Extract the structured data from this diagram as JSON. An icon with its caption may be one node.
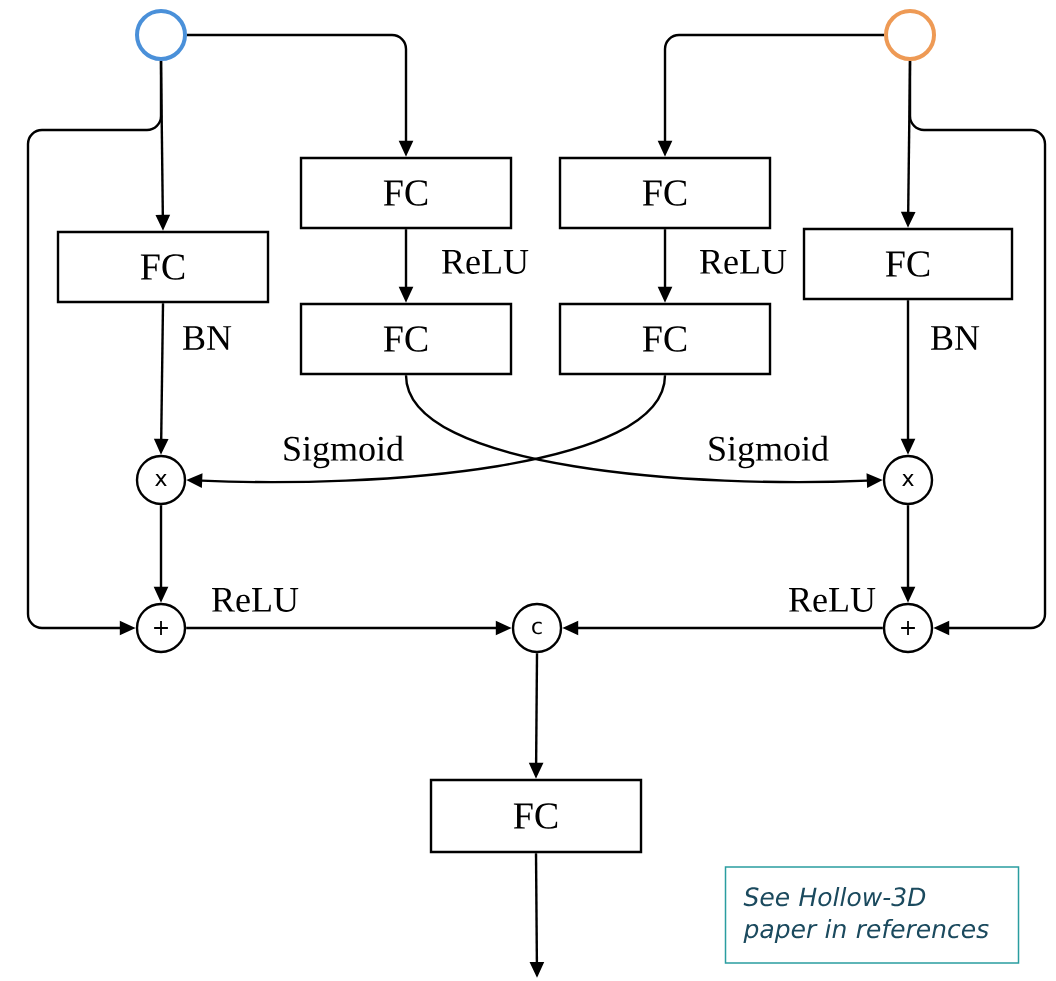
{
  "diagram": {
    "nodes": [
      {
        "text": [],
        "shape": "circle"
      },
      {
        "text": [],
        "shape": "circle"
      },
      {
        "text": [
          "FC"
        ]
      },
      {
        "text": [
          "FC"
        ]
      },
      {
        "text": [
          "FC"
        ]
      },
      {
        "text": [
          "FC"
        ]
      },
      {
        "text": [
          "FC"
        ]
      },
      {
        "text": [
          "FC"
        ]
      },
      {
        "text": [
          "x"
        ]
      },
      {
        "text": [
          "x"
        ]
      },
      {
        "text": [
          "+"
        ]
      },
      {
        "text": [
          "c"
        ]
      },
      {
        "text": [
          "+"
        ]
      },
      {
        "text": [
          "FC"
        ]
      },
      {
        "text": [
          "See Hollow-3D paper in references"
        ]
      }
    ],
    "edges": [
      {
        "from": 0,
        "to": 2,
        "arrow": "to"
      },
      {
        "from": 0,
        "to": 3,
        "arrow": "to"
      },
      {
        "from": 0,
        "to": 10,
        "arrow": "to"
      },
      {
        "from": 1,
        "to": 5,
        "arrow": "to"
      },
      {
        "from": 1,
        "to": 7,
        "arrow": "to"
      },
      {
        "from": 1,
        "to": 12,
        "arrow": "to"
      },
      {
        "from": 2,
        "to": 8,
        "arrow": "to",
        "label": "BN"
      },
      {
        "from": 3,
        "to": 4,
        "arrow": "to",
        "label": "ReLU"
      },
      {
        "from": 4,
        "to": 9,
        "arrow": "to",
        "label": "Sigmoid"
      },
      {
        "from": 5,
        "to": 6,
        "arrow": "to",
        "label": "ReLU"
      },
      {
        "from": 6,
        "to": 8,
        "arrow": "to",
        "label": "Sigmoid"
      },
      {
        "from": 7,
        "to": 9,
        "arrow": "to",
        "label": "BN"
      },
      {
        "from": 8,
        "to": 10,
        "arrow": "to"
      },
      {
        "from": 9,
        "to": 12,
        "arrow": "to"
      },
      {
        "from": 10,
        "to": 11,
        "arrow": "to",
        "label": "ReLU"
      },
      {
        "from": 12,
        "to": 11,
        "arrow": "to",
        "label": "ReLU"
      },
      {
        "from": 11,
        "to": 13,
        "arrow": "to"
      },
      {
        "from": 13,
        "to": null,
        "arrow": "to"
      }
    ]
  }
}
